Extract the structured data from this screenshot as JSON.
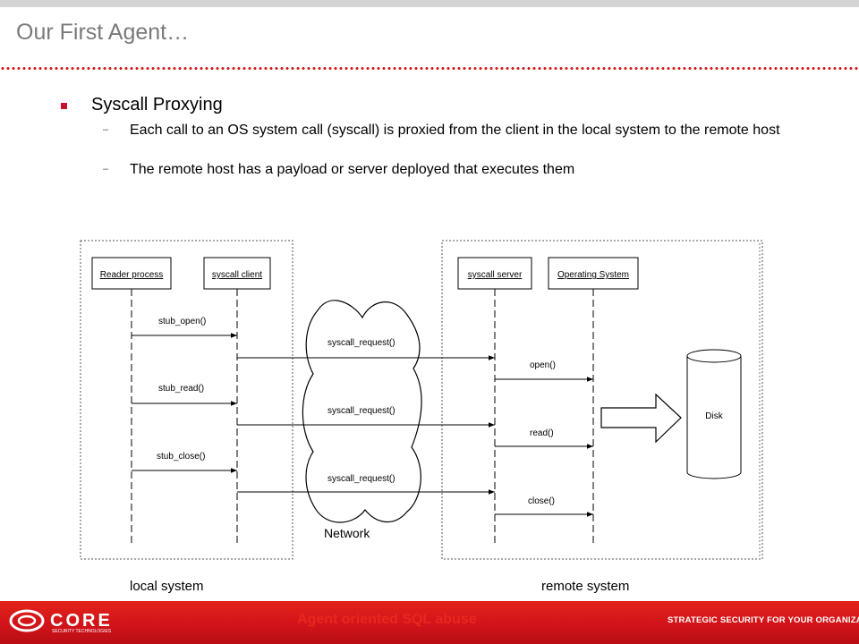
{
  "slide": {
    "title": "Our First Agent…",
    "bullet": "Syscall Proxying",
    "sub_bullets": [
      "Each call to an OS system call (syscall) is proxied from the client in the local system to the remote host",
      "The remote host has a payload or server deployed that executes them"
    ]
  },
  "diagram": {
    "boxes": [
      "Reader process",
      "syscall client",
      "syscall server",
      "Operating System"
    ],
    "messages": {
      "stub": [
        "stub_open()",
        "stub_read()",
        "stub_close()"
      ],
      "request": [
        "syscall_request()",
        "syscall_request()",
        "syscall_request()"
      ],
      "os": [
        "open()",
        "read()",
        "close()"
      ]
    },
    "network_label": "Network",
    "disk_label": "Disk",
    "local_label": "local system",
    "remote_label": "remote system"
  },
  "footer": {
    "logo_text": "CORE",
    "logo_subtext": "SECURITY TECHNOLOGIES",
    "tagline": "Agent oriented SQL abuse",
    "strap": "STRATEGIC SECURITY FOR YOUR ORGANIZATION"
  },
  "colors": {
    "accent": "#d11a1a",
    "footer_red": "#d0121a",
    "title_gray": "#7a7a7a"
  }
}
